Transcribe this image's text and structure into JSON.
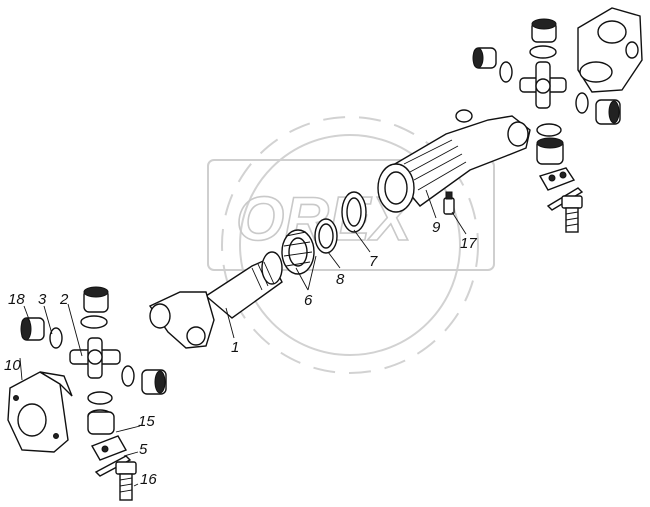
{
  "watermark": {
    "text": "OREX"
  },
  "callouts": [
    {
      "number": "1"
    },
    {
      "number": "2"
    },
    {
      "number": "3"
    },
    {
      "number": "5"
    },
    {
      "number": "6"
    },
    {
      "number": "7"
    },
    {
      "number": "8"
    },
    {
      "number": "9"
    },
    {
      "number": "10"
    },
    {
      "number": "15"
    },
    {
      "number": "16"
    },
    {
      "number": "17"
    },
    {
      "number": "18"
    }
  ]
}
